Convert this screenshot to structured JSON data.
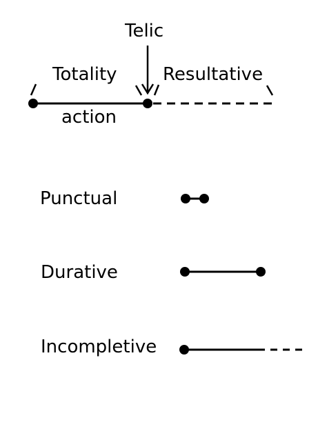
{
  "timeline": {
    "telic_label": "Telic",
    "totality_label": "Totality",
    "resultative_label": "Resultative",
    "action_label": "action"
  },
  "aspects": [
    {
      "label": "Punctual"
    },
    {
      "label": "Durative"
    },
    {
      "label": "Incompletive"
    }
  ],
  "colors": {
    "ink": "#000000",
    "background": "#ffffff"
  }
}
